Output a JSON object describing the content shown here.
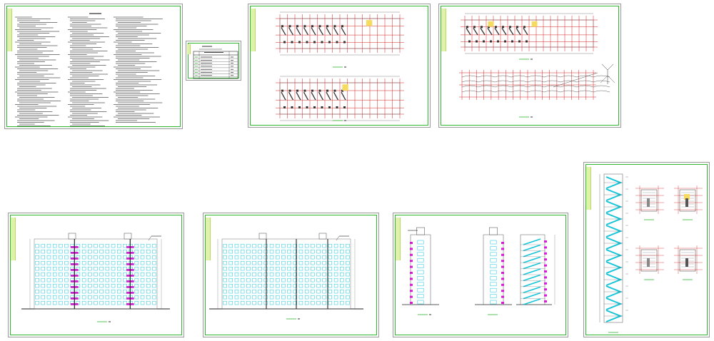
{
  "colors": {
    "frame": "#2fb82f",
    "strip": "#dff3a8",
    "axis": "#d42020",
    "window": "#17c4d8",
    "accent": "#d020d0",
    "wall": "#333333"
  },
  "sheets": [
    {
      "id": "notes",
      "icon": "text-notes"
    },
    {
      "id": "index",
      "icon": "table-index"
    },
    {
      "id": "plans-a",
      "icon": "floor-plan"
    },
    {
      "id": "plans-b",
      "icon": "floor-plan"
    },
    {
      "id": "elev-front",
      "icon": "elevation"
    },
    {
      "id": "elev-back",
      "icon": "elevation"
    },
    {
      "id": "elev-side",
      "icon": "elevation"
    },
    {
      "id": "stair-details",
      "icon": "stair-section"
    }
  ]
}
